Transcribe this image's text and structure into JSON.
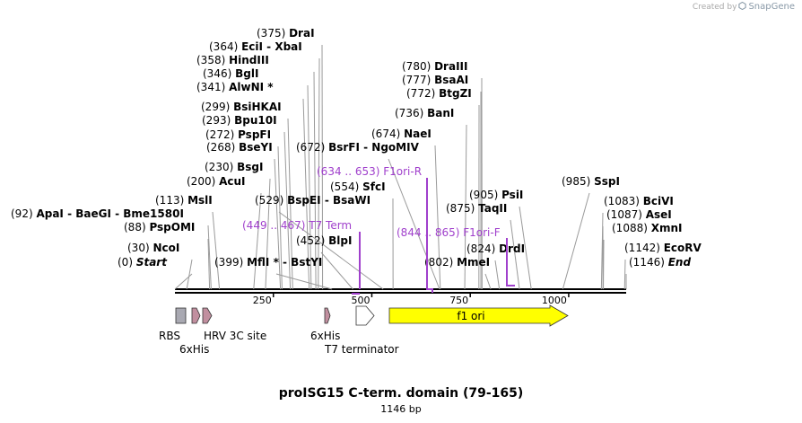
{
  "watermark": {
    "prefix": "Created by",
    "brand": "SnapGene"
  },
  "title": "proISG15 C-term. domain (79-165)",
  "length_label": "1146 bp",
  "sequence_length": 1146,
  "scale": {
    "ticks": [
      250,
      500,
      750,
      1000
    ]
  },
  "sites": [
    {
      "name": "DraI",
      "pos_label": "(375)",
      "pos": 375
    },
    {
      "name": "EciI  -  XbaI",
      "pos_label": "(364)",
      "pos": 364
    },
    {
      "name": "HindIII",
      "pos_label": "(358)",
      "pos": 358
    },
    {
      "name": "BglI",
      "pos_label": "(346)",
      "pos": 346
    },
    {
      "name": "AlwNI *",
      "pos_label": "(341)",
      "pos": 341
    },
    {
      "name": "BsiHKAI",
      "pos_label": "(299)",
      "pos": 299
    },
    {
      "name": "Bpu10I",
      "pos_label": "(293)",
      "pos": 293
    },
    {
      "name": "PspFI",
      "pos_label": "(272)",
      "pos": 272
    },
    {
      "name": "BseYI",
      "pos_label": "(268)",
      "pos": 268
    },
    {
      "name": "BsrFI  -  NgoMIV",
      "pos_label": "(672)",
      "pos": 672
    },
    {
      "name": "NaeI",
      "pos_label": "(674)",
      "pos": 674
    },
    {
      "name": "BsgI",
      "pos_label": "(230)",
      "pos": 230
    },
    {
      "name": "AcuI",
      "pos_label": "(200)",
      "pos": 200
    },
    {
      "name": "SfcI",
      "pos_label": "(554)",
      "pos": 554
    },
    {
      "name": "MslI",
      "pos_label": "(113)",
      "pos": 113
    },
    {
      "name": "BspEI  -  BsaWI",
      "pos_label": "(529)",
      "pos": 529
    },
    {
      "name": "ApaI  -  BaeGI  -  Bme1580I",
      "pos_label": "(92)",
      "pos": 92
    },
    {
      "name": "PspOMI",
      "pos_label": "(88)",
      "pos": 88
    },
    {
      "name": "BlpI",
      "pos_label": "(452)",
      "pos": 452
    },
    {
      "name": "NcoI",
      "pos_label": "(30)",
      "pos": 30
    },
    {
      "name": "Start",
      "pos_label": "(0)",
      "pos": 0
    },
    {
      "name": "MflI *  -  BstYI",
      "pos_label": "(399)",
      "pos": 399
    },
    {
      "name": "DraIII",
      "pos_label": "(780)",
      "pos": 780
    },
    {
      "name": "BsaAI",
      "pos_label": "(777)",
      "pos": 777
    },
    {
      "name": "BtgZI",
      "pos_label": "(772)",
      "pos": 772
    },
    {
      "name": "BanI",
      "pos_label": "(736)",
      "pos": 736
    },
    {
      "name": "PsiI",
      "pos_label": "(905)",
      "pos": 905
    },
    {
      "name": "TaqII",
      "pos_label": "(875)",
      "pos": 875
    },
    {
      "name": "DrdI",
      "pos_label": "(824)",
      "pos": 824
    },
    {
      "name": "MmeI",
      "pos_label": "(802)",
      "pos": 802
    },
    {
      "name": "SspI",
      "pos_label": "(985)",
      "pos": 985
    },
    {
      "name": "BciVI",
      "pos_label": "(1083)",
      "pos": 1083
    },
    {
      "name": "AseI",
      "pos_label": "(1087)",
      "pos": 1087
    },
    {
      "name": "XmnI",
      "pos_label": "(1088)",
      "pos": 1088
    },
    {
      "name": "EcoRV",
      "pos_label": "(1142)",
      "pos": 1142
    },
    {
      "name": "End",
      "pos_label": "(1146)",
      "pos": 1146
    }
  ],
  "primers": [
    {
      "name": "F1ori-R",
      "range_label": "(634 .. 653)",
      "color": "#a040cc"
    },
    {
      "name": "T7 Term",
      "range_label": "(449 .. 467)",
      "color": "#a040cc"
    },
    {
      "name": "F1ori-F",
      "range_label": "(844 .. 865)",
      "color": "#a040cc"
    }
  ],
  "features": [
    {
      "name": "RBS",
      "type": "rbs",
      "color": "#a9a9b2"
    },
    {
      "name": "6xHis",
      "type": "tag",
      "color": "#c18f9f"
    },
    {
      "name": "HRV 3C site",
      "type": "site",
      "color": "#c18f9f"
    },
    {
      "name": "6xHis",
      "type": "tag",
      "color": "#c18f9f"
    },
    {
      "name": "T7 terminator",
      "type": "terminator",
      "color": "#ffffff"
    },
    {
      "name": "f1 ori",
      "type": "origin",
      "color": "#ffff00"
    }
  ]
}
